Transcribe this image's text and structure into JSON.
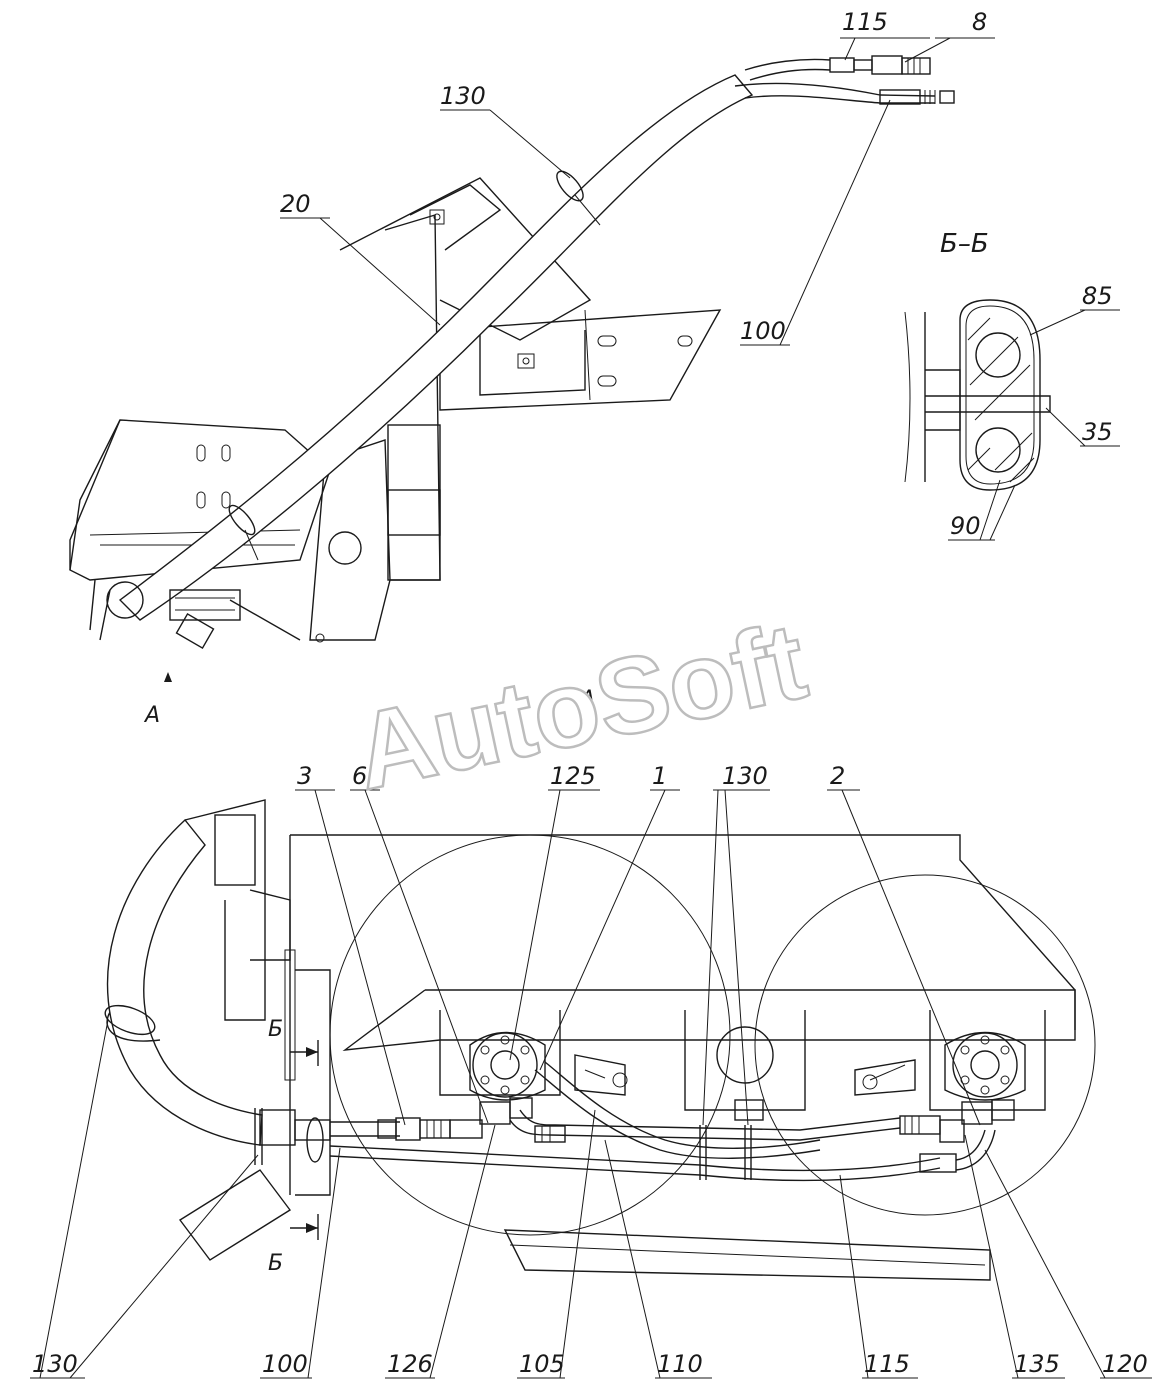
{
  "watermark": "AutoSoft",
  "section_title": "Б–Б",
  "view_label_top": "А",
  "view_label_arrow": "А",
  "section_mark_top": "Б",
  "section_mark_bottom": "Б",
  "callouts": {
    "top_115": "115",
    "top_8": "8",
    "top_130": "130",
    "top_20": "20",
    "top_100": "100",
    "sec_85": "85",
    "sec_35": "35",
    "sec_90": "90",
    "mid_3": "3",
    "mid_6": "6",
    "mid_125": "125",
    "mid_1": "1",
    "mid_130": "130",
    "mid_2": "2",
    "bot_130": "130",
    "bot_100": "100",
    "bot_126": "126",
    "bot_105": "105",
    "bot_110": "110",
    "bot_115": "115",
    "bot_135": "135",
    "bot_120": "120"
  }
}
